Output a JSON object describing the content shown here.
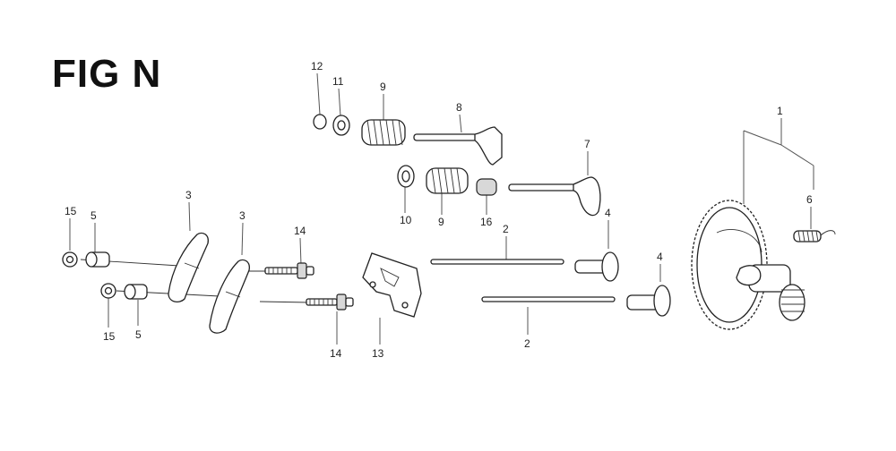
{
  "figure": {
    "title": "FIG N"
  },
  "callouts": [
    {
      "id": "c12",
      "label": "12"
    },
    {
      "id": "c11",
      "label": "11"
    },
    {
      "id": "c9a",
      "label": "9"
    },
    {
      "id": "c8",
      "label": "8"
    },
    {
      "id": "c7",
      "label": "7"
    },
    {
      "id": "c1",
      "label": "1"
    },
    {
      "id": "c6",
      "label": "6"
    },
    {
      "id": "c10",
      "label": "10"
    },
    {
      "id": "c9b",
      "label": "9"
    },
    {
      "id": "c16",
      "label": "16"
    },
    {
      "id": "c2a",
      "label": "2"
    },
    {
      "id": "c4a",
      "label": "4"
    },
    {
      "id": "c4b",
      "label": "4"
    },
    {
      "id": "c3a",
      "label": "3"
    },
    {
      "id": "c3b",
      "label": "3"
    },
    {
      "id": "c14a",
      "label": "14"
    },
    {
      "id": "c15a",
      "label": "15"
    },
    {
      "id": "c5a",
      "label": "5"
    },
    {
      "id": "c15b",
      "label": "15"
    },
    {
      "id": "c5b",
      "label": "5"
    },
    {
      "id": "c14b",
      "label": "14"
    },
    {
      "id": "c13",
      "label": "13"
    },
    {
      "id": "c2b",
      "label": "2"
    }
  ]
}
